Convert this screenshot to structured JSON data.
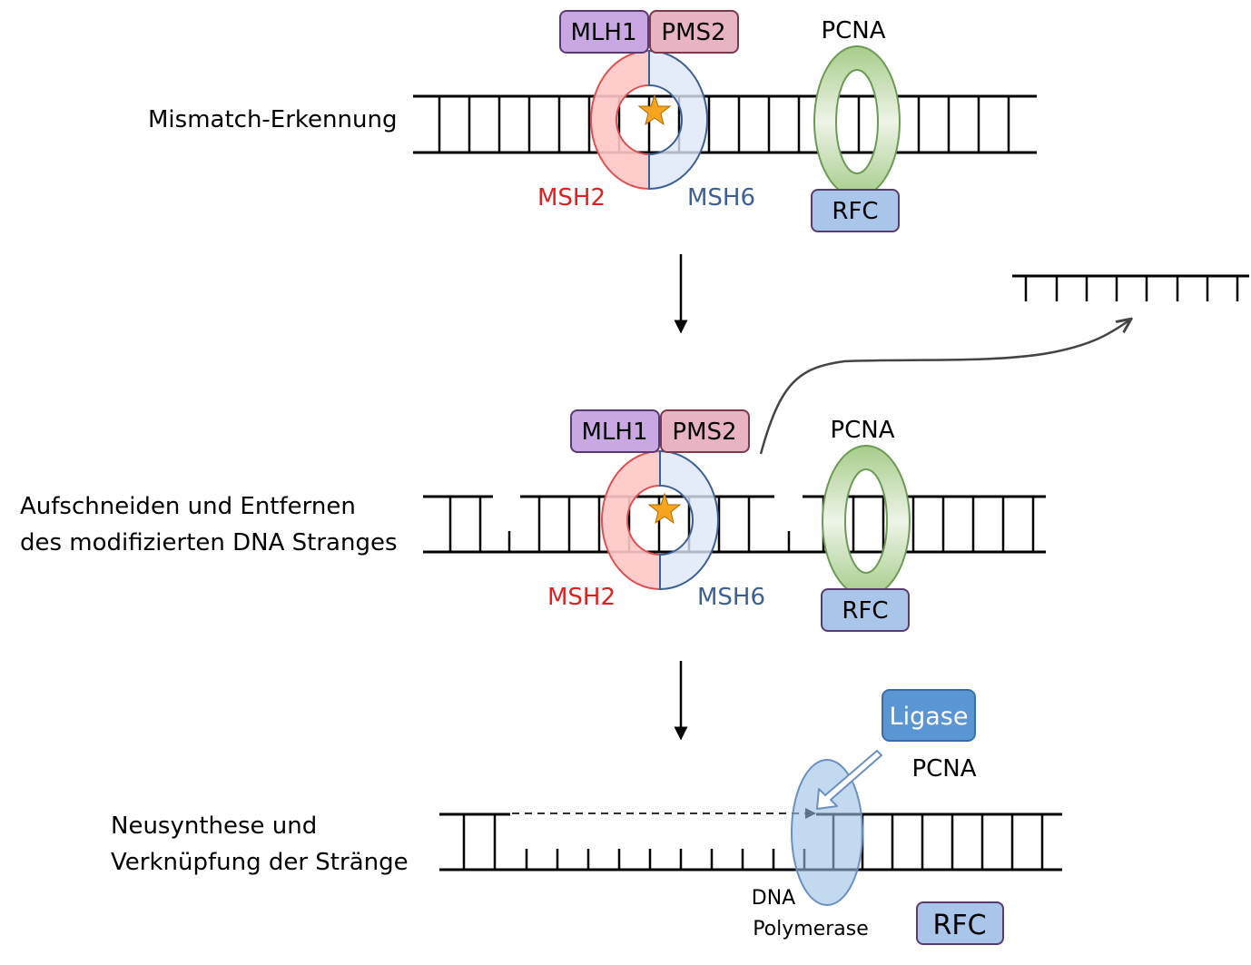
{
  "steps": [
    {
      "label_lines": [
        "Mismatch-Erkennung"
      ],
      "proteins": {
        "mlh1": "MLH1",
        "pms2": "PMS2",
        "pcna": "PCNA",
        "rfc": "RFC",
        "msh2": "MSH2",
        "msh6": "MSH6"
      }
    },
    {
      "label_lines": [
        "Aufschneiden und Entfernen",
        "des modifizierten DNA Stranges"
      ],
      "proteins": {
        "mlh1": "MLH1",
        "pms2": "PMS2",
        "pcna": "PCNA",
        "rfc": "RFC",
        "msh2": "MSH2",
        "msh6": "MSH6"
      }
    },
    {
      "label_lines": [
        "Neusynthese und",
        "Verknüpfung der Stränge"
      ],
      "proteins": {
        "ligase": "Ligase",
        "pcna": "PCNA",
        "dna_polymerase_lines": [
          "DNA",
          "Polymerase"
        ],
        "rfc": "RFC"
      }
    }
  ],
  "colors": {
    "mlh1": "#c9a7e3",
    "pms2": "#e8b4c4",
    "msh2": "#ffc6c6",
    "msh6": "#dde6f8",
    "msh2_text": "#e0201e",
    "msh6_text": "#3c5f96",
    "pcna_green": "#a6cc8a",
    "rfc": "#a9c5ea",
    "ligase": "#5b96d4",
    "polymerase": "#9bbfe6",
    "mismatch_star": "#f7a51e"
  }
}
